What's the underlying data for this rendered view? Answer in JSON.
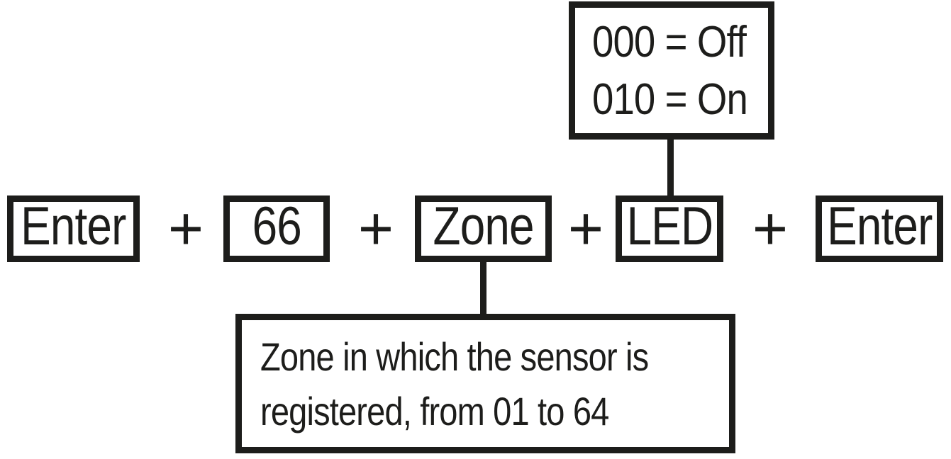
{
  "diagram": {
    "separator": "+",
    "sequence": [
      {
        "label": "Enter"
      },
      {
        "label": "66"
      },
      {
        "label": "Zone"
      },
      {
        "label": "LED"
      },
      {
        "label": "Enter"
      }
    ],
    "led_callout": {
      "line1": "000 = Off",
      "line2": "010 = On"
    },
    "zone_callout": {
      "line1": "Zone in which the sensor is",
      "line2": "registered, from 01 to 64"
    },
    "colors": {
      "ink": "#1d1d1b",
      "background": "#ffffff"
    }
  }
}
